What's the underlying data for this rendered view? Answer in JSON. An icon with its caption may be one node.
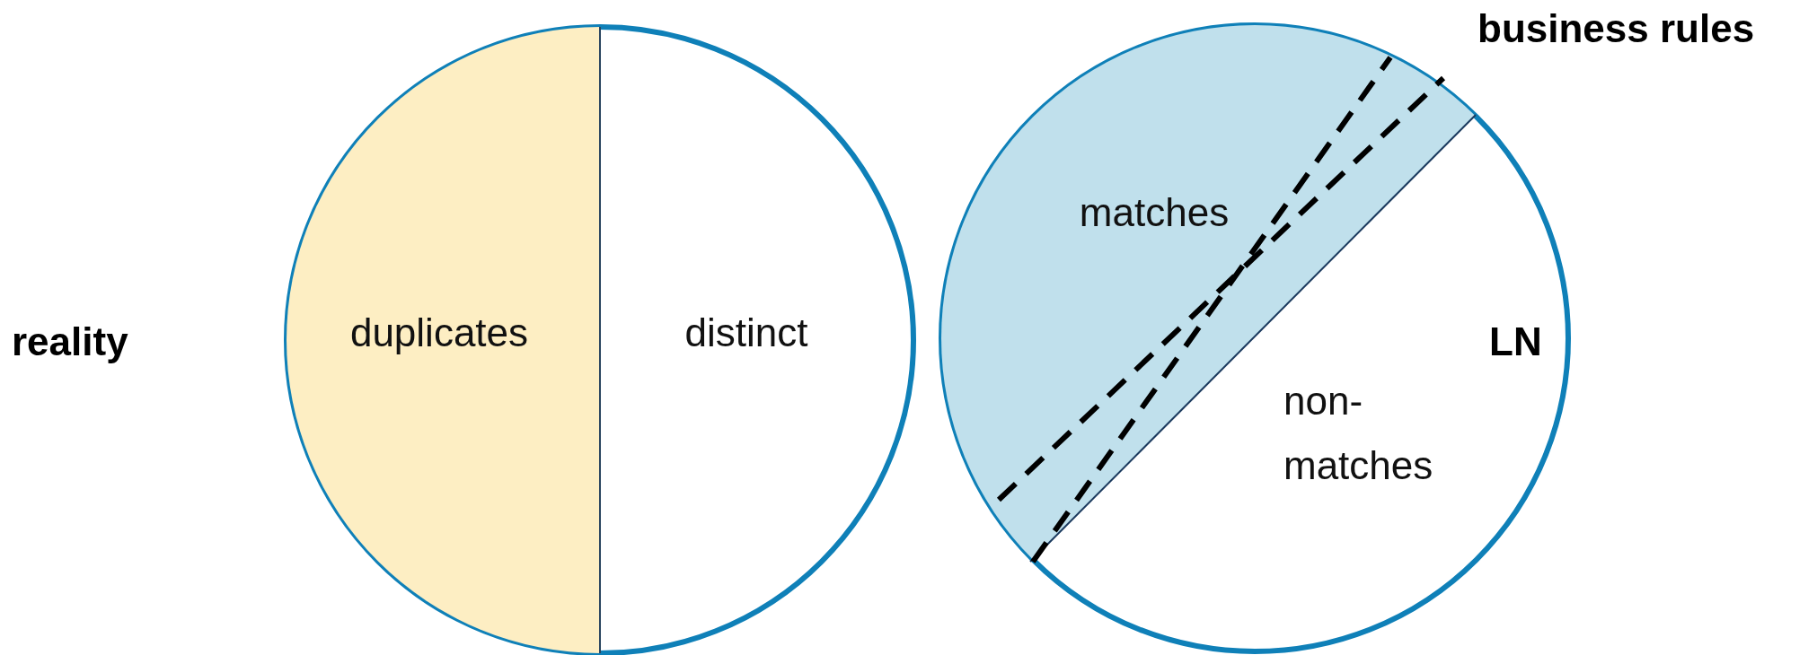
{
  "diagram": {
    "nodes": [
      {
        "text": [
          "duplicates",
          "distinct"
        ]
      },
      {
        "text": [
          "matches",
          "non-matches"
        ]
      }
    ],
    "labels": [
      "reality",
      "business rules",
      "LN"
    ]
  }
}
